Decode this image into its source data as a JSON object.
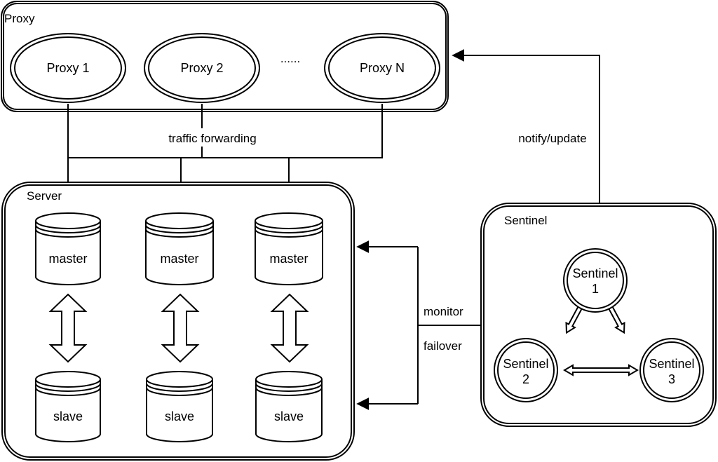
{
  "groups": {
    "proxy": "Proxy",
    "server": "Server",
    "sentinel": "Sentinel"
  },
  "proxies": [
    "Proxy 1",
    "Proxy 2",
    "Proxy N"
  ],
  "proxy_ellipsis": "......",
  "masters": [
    "master",
    "master",
    "master"
  ],
  "slaves": [
    "slave",
    "slave",
    "slave"
  ],
  "sentinels": [
    {
      "line1": "Sentinel",
      "line2": "1"
    },
    {
      "line1": "Sentinel",
      "line2": "2"
    },
    {
      "line1": "Sentinel",
      "line2": "3"
    }
  ],
  "edges": {
    "traffic": "traffic forwarding",
    "notify": "notify/update",
    "monitor": "monitor",
    "failover": "failover"
  }
}
